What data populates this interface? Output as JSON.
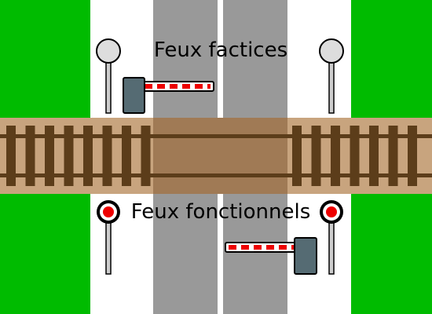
{
  "labels": {
    "dummy_lights": "Feux factices",
    "working_lights": "Feux fonctionnels"
  },
  "colors": {
    "grass": "#00bb00",
    "verge": "#ffffff",
    "road_lane": "#999999",
    "ballast": "#c8a47e",
    "crossing_surface": "#9b7551",
    "sleeper": "#5c3d1a",
    "rail": "#5c3d1a",
    "barrier_housing": "#556b73",
    "barrier_stripe_red": "#ee0000",
    "barrier_stripe_white": "#ffffff",
    "lamp_off": "#dddddd",
    "lamp_on": "#ee0000",
    "lamp_frame": "#000000",
    "post": "#cccccc"
  },
  "signals": [
    {
      "id": "top-left",
      "state": "off"
    },
    {
      "id": "top-right",
      "state": "off"
    },
    {
      "id": "bottom-left",
      "state": "on"
    },
    {
      "id": "bottom-right",
      "state": "on"
    }
  ],
  "barriers": [
    {
      "id": "top",
      "position": "lowered"
    },
    {
      "id": "bottom",
      "position": "lowered"
    }
  ]
}
